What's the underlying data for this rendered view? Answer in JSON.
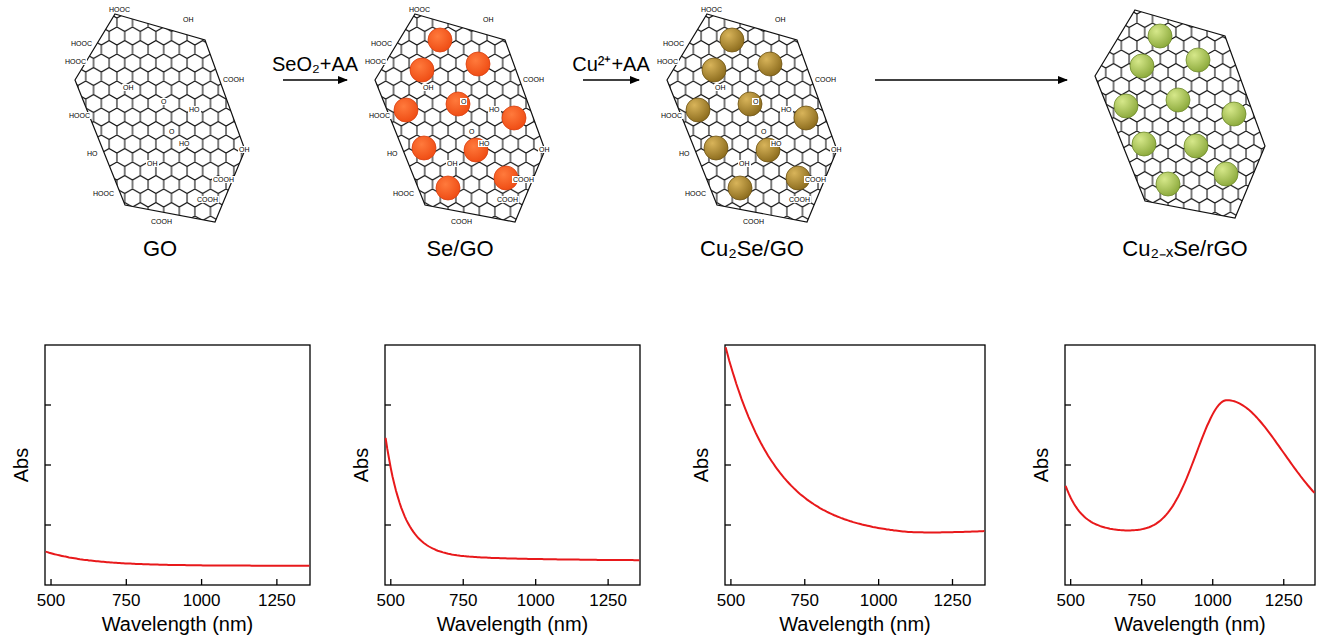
{
  "diagram": {
    "nodes": [
      {
        "text": [
          "GO"
        ]
      },
      {
        "text": [
          "Se/GO"
        ]
      },
      {
        "text": [
          "Cu₂Se/GO"
        ]
      },
      {
        "text": [
          "Cu₂₋ₓSe/rGO"
        ]
      }
    ],
    "edges": [
      {
        "from": 0,
        "to": 1,
        "arrow": "to",
        "label": "SeO₂+AA"
      },
      {
        "from": 1,
        "to": 2,
        "arrow": "to",
        "label": "Cu²⁺+AA"
      },
      {
        "from": 2,
        "to": 3,
        "arrow": "to"
      }
    ],
    "labels": [
      "HOOC",
      "OH",
      "HOOC",
      "HOOC",
      "OH",
      "COOH",
      "O",
      "HOOC",
      "HO",
      "O",
      "HO",
      "OH",
      "HO",
      "OH",
      "HOOC",
      "COOH",
      "COOH",
      "COOH",
      "HOOC",
      "OH",
      "HOOC",
      "HOOC",
      "OH",
      "COOH",
      "O",
      "HOOC",
      "HO",
      "O",
      "HO",
      "OH",
      "HO",
      "OH",
      "HOOC",
      "COOH",
      "COOH",
      "COOH",
      "HOOC",
      "OH",
      "HOOC",
      "HOOC",
      "OH",
      "COOH",
      "O",
      "HOOC",
      "HO",
      "O",
      "HO",
      "OH",
      "HO",
      "OH",
      "HOOC",
      "COOH",
      "COOH",
      "COOH",
      "Abs",
      "500",
      "750",
      "1000",
      "1250",
      "Wavelength (nm)",
      "Abs",
      "500",
      "750",
      "1000",
      "1250",
      "Wavelength (nm)",
      "Abs",
      "500",
      "750",
      "1000",
      "1250",
      "Wavelength (nm)",
      "Abs",
      "500",
      "750",
      "1000",
      "1250",
      "Wavelength (nm)"
    ]
  }
}
